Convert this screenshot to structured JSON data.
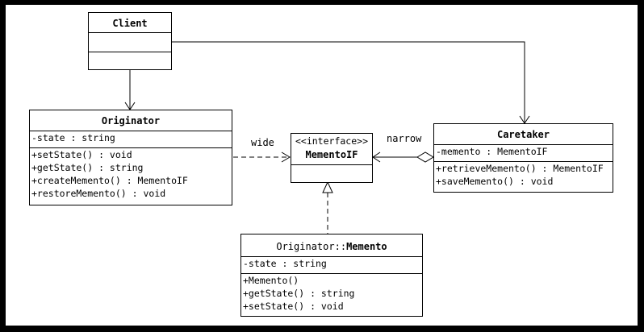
{
  "client": {
    "name": "Client"
  },
  "originator": {
    "name": "Originator",
    "attributes": [
      "-state : string"
    ],
    "operations": [
      "+setState() : void",
      "+getState() : string",
      "+createMemento() : MementoIF",
      "+restoreMemento() : void"
    ]
  },
  "memento_if": {
    "stereotype": "<<interface>>",
    "name": "MementoIF"
  },
  "caretaker": {
    "name": "Caretaker",
    "attributes": [
      "-memento : MementoIF"
    ],
    "operations": [
      "+retrieveMemento() : MementoIF",
      "+saveMemento() : void"
    ]
  },
  "memento": {
    "name_prefix": "Originator::",
    "name": "Memento",
    "attributes": [
      "-state : string"
    ],
    "operations": [
      "+Memento()",
      "+getState() : string",
      "+setState() : void"
    ]
  },
  "labels": {
    "wide": "wide",
    "narrow": "narrow"
  }
}
